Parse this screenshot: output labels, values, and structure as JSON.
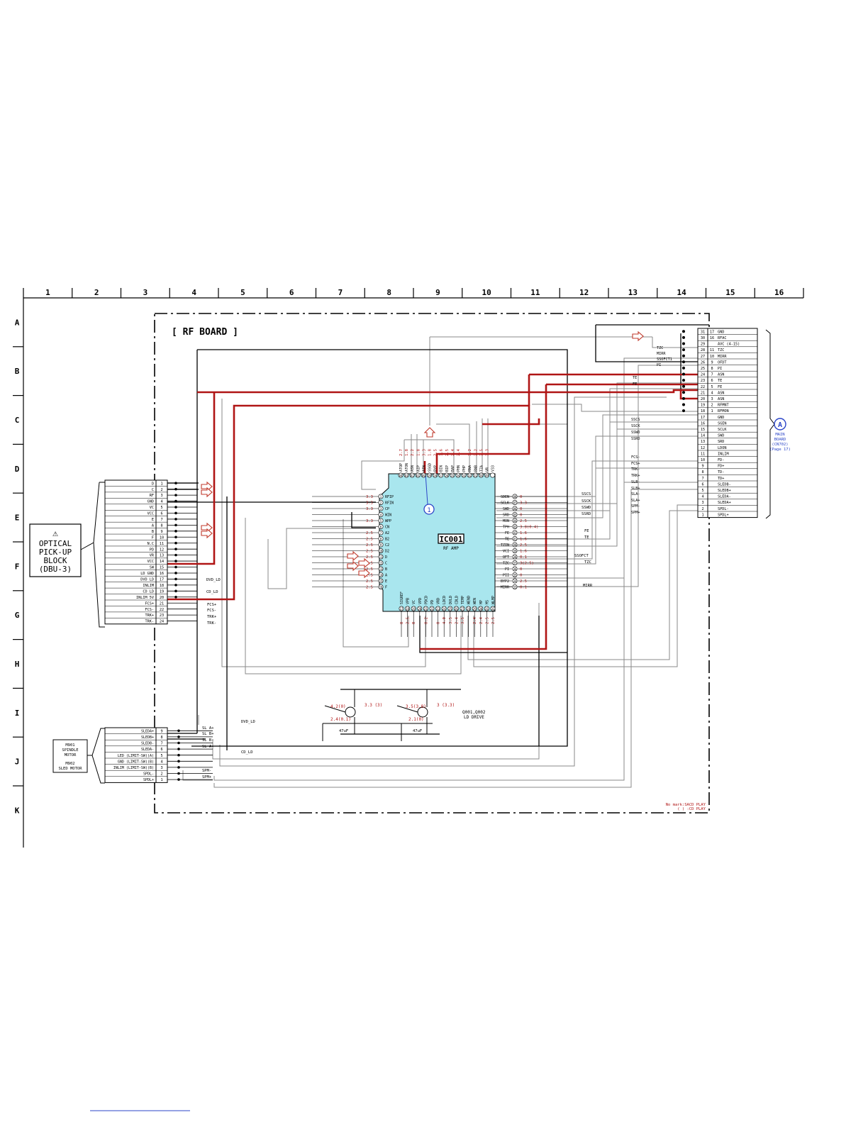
{
  "grid": {
    "columns": [
      "1",
      "2",
      "3",
      "4",
      "5",
      "6",
      "7",
      "8",
      "9",
      "10",
      "11",
      "12",
      "13",
      "14",
      "15",
      "16"
    ],
    "rows": [
      "A",
      "B",
      "C",
      "D",
      "E",
      "F",
      "G",
      "H",
      "I",
      "J",
      "K"
    ]
  },
  "board_title": "[ RF BOARD ]",
  "pickup": {
    "warning_symbol": "⚠",
    "lines": [
      "OPTICAL",
      "PICK-UP",
      "BLOCK",
      "(DBU-3)"
    ],
    "pins": [
      {
        "name": "D",
        "num": "1"
      },
      {
        "name": "C",
        "num": "2"
      },
      {
        "name": "RF",
        "num": "3"
      },
      {
        "name": "GND",
        "num": "4"
      },
      {
        "name": "VC",
        "num": "5"
      },
      {
        "name": "VCC",
        "num": "6"
      },
      {
        "name": "E",
        "num": "7"
      },
      {
        "name": "A",
        "num": "8"
      },
      {
        "name": "B",
        "num": "9"
      },
      {
        "name": "F",
        "num": "10"
      },
      {
        "name": "N.C",
        "num": "11"
      },
      {
        "name": "PD",
        "num": "12"
      },
      {
        "name": "VR",
        "num": "13"
      },
      {
        "name": "VCC",
        "num": "14"
      },
      {
        "name": "SW",
        "num": "15"
      },
      {
        "name": "LD GND",
        "num": "16"
      },
      {
        "name": "DVD LD",
        "num": "17"
      },
      {
        "name": "INLIM",
        "num": "18"
      },
      {
        "name": "CD LD",
        "num": "19"
      },
      {
        "name": "INLIM 5V",
        "num": "20"
      },
      {
        "name": "FCS+",
        "num": "21"
      },
      {
        "name": "FCS-",
        "num": "22"
      },
      {
        "name": "TRK+",
        "num": "23"
      },
      {
        "name": "TRK-",
        "num": "24"
      }
    ]
  },
  "motor": {
    "lines": [
      "M901",
      "SPINDLE",
      "MOTOR",
      "",
      "M902",
      "SLED MOTOR"
    ],
    "pins": [
      {
        "name": "SLEDA+",
        "num": "9"
      },
      {
        "name": "SLEDB+",
        "num": "8"
      },
      {
        "name": "SLEDB-",
        "num": "7"
      },
      {
        "name": "SLEDA-",
        "num": "6"
      },
      {
        "name": "LED (LIMIT-SW)(A)",
        "num": "5"
      },
      {
        "name": "GND (LIMIT-SW)(B)",
        "num": "4"
      },
      {
        "name": "INLIM (LIMIT-SW)(B)",
        "num": "3"
      },
      {
        "name": "SPDL-",
        "num": "2"
      },
      {
        "name": "SPDL+",
        "num": "1"
      }
    ],
    "nets": [
      "SL A+",
      "SL B+",
      "SL B-",
      "SL A-",
      "SPM-",
      "SPM+"
    ]
  },
  "ic": {
    "ref": "IC001",
    "desc": "RF AMP",
    "callout": "1",
    "left_pins": [
      {
        "num": "1",
        "name": "RFIP",
        "v": "3.3"
      },
      {
        "num": "2",
        "name": "RFIN",
        "v": "3.3"
      },
      {
        "num": "3",
        "name": "CP",
        "v": "3.3"
      },
      {
        "num": "4",
        "name": "WIN",
        "v": ""
      },
      {
        "num": "5",
        "name": "WPP",
        "v": "3.3"
      },
      {
        "num": "6",
        "name": "CN",
        "v": ""
      },
      {
        "num": "7",
        "name": "A2",
        "v": "2.5"
      },
      {
        "num": "8",
        "name": "B2",
        "v": "2.5"
      },
      {
        "num": "9",
        "name": "C2",
        "v": "2.5"
      },
      {
        "num": "10",
        "name": "D2",
        "v": "2.5"
      },
      {
        "num": "11",
        "name": "D",
        "v": "2.5"
      },
      {
        "num": "12",
        "name": "C",
        "v": "2.5"
      },
      {
        "num": "13",
        "name": "B",
        "v": "2.5"
      },
      {
        "num": "14",
        "name": "A",
        "v": "2.5"
      },
      {
        "num": "15",
        "name": "E",
        "v": "2.5"
      },
      {
        "num": "16",
        "name": "F",
        "v": "2.5"
      }
    ],
    "right_pins": [
      {
        "num": "48",
        "name": "SDEN",
        "v": "0"
      },
      {
        "num": "47",
        "name": "SCLK",
        "v": "3.3"
      },
      {
        "num": "46",
        "name": "SWD",
        "v": "0"
      },
      {
        "num": "45",
        "name": "SRD",
        "v": "0"
      },
      {
        "num": "44",
        "name": "MON",
        "v": "2.5"
      },
      {
        "num": "43",
        "name": "TPH",
        "v": "3.8(0.4)"
      },
      {
        "num": "42",
        "name": "FE",
        "v": "1.6"
      },
      {
        "num": "41",
        "name": "TE",
        "v": "1.6"
      },
      {
        "num": "40",
        "name": "TZIN",
        "v": "2.5"
      },
      {
        "num": "39",
        "name": "VCI",
        "v": "1.6"
      },
      {
        "num": "38",
        "name": "OFT",
        "v": "0.1"
      },
      {
        "num": "37",
        "name": "TZC",
        "v": "3(2.5)"
      },
      {
        "num": "36",
        "name": "PI",
        "v": "0"
      },
      {
        "num": "35",
        "name": "PII",
        "v": "0"
      },
      {
        "num": "34",
        "name": "BYP2",
        "v": "2.5"
      },
      {
        "num": "33",
        "name": "MIRR",
        "v": "0.1"
      }
    ],
    "top_pins": [
      {
        "num": "64",
        "name": "ATOP",
        "v": "2.7"
      },
      {
        "num": "63",
        "name": "ATON",
        "v": "1.8"
      },
      {
        "num": "62",
        "name": "ASN",
        "v": "2.2"
      },
      {
        "num": "61",
        "name": "AIP",
        "v": "1.8"
      },
      {
        "num": "60",
        "name": "AIN",
        "v": "3.3"
      },
      {
        "num": "59",
        "name": "SSGD",
        "v": "1.8"
      },
      {
        "num": "58",
        "name": "BYP",
        "v": "2.5"
      },
      {
        "num": "57",
        "name": "BIN",
        "v": "1.6"
      },
      {
        "num": "56",
        "name": "BIP",
        "v": "2.5"
      },
      {
        "num": "55",
        "name": "BAP",
        "v": "2.4"
      },
      {
        "num": "54",
        "name": "PHN",
        "v": "2.4"
      },
      {
        "num": "53",
        "name": "PHP",
        "v": ""
      },
      {
        "num": "52",
        "name": "RNA",
        "v": "3.2"
      },
      {
        "num": "51",
        "name": "RNB",
        "v": "2.2"
      },
      {
        "num": "50",
        "name": "TZA",
        "v": "2.5"
      },
      {
        "num": "49",
        "name": "VR",
        "v": "3.3"
      },
      {
        "num": "",
        "name": "V33",
        "v": ""
      }
    ],
    "bottom_pins": [
      {
        "num": "17",
        "name": "SIGREF",
        "v": "0"
      },
      {
        "num": "18",
        "name": "VPB",
        "v": "2.5"
      },
      {
        "num": "19",
        "name": "VC",
        "v": "0"
      },
      {
        "num": "20",
        "name": "VPD",
        "v": ""
      },
      {
        "num": "21",
        "name": "PDCD",
        "v": "0.2"
      },
      {
        "num": "22",
        "name": "PD",
        "v": ""
      },
      {
        "num": "23",
        "name": "VRD",
        "v": "0"
      },
      {
        "num": "24",
        "name": "LDCD",
        "v": "4.0"
      },
      {
        "num": "25",
        "name": "DVLD",
        "v": "3.5"
      },
      {
        "num": "26",
        "name": "CDLD",
        "v": "2.4"
      },
      {
        "num": "27",
        "name": "TEMP",
        "v": "3.5"
      },
      {
        "num": "28",
        "name": "WEND",
        "v": ""
      },
      {
        "num": "29",
        "name": "WEN",
        "v": "2.4"
      },
      {
        "num": "30",
        "name": "MP",
        "v": "2.4"
      },
      {
        "num": "31",
        "name": "MS",
        "v": "2.5"
      },
      {
        "num": "32",
        "name": "WLMP",
        "v": "2.5"
      }
    ]
  },
  "connector": {
    "pins": [
      {
        "num": "31",
        "alt": "17",
        "name": "GND"
      },
      {
        "num": "30",
        "alt": "16",
        "name": "RFAC"
      },
      {
        "num": "29",
        "alt": "",
        "name": "AVC (4-15)"
      },
      {
        "num": "28",
        "alt": "11",
        "name": "TZC"
      },
      {
        "num": "27",
        "alt": "10",
        "name": "MIRR"
      },
      {
        "num": "26",
        "alt": "9",
        "name": "OFDT"
      },
      {
        "num": "25",
        "alt": "8",
        "name": "PI"
      },
      {
        "num": "24",
        "alt": "7",
        "name": "ASN"
      },
      {
        "num": "23",
        "alt": "6",
        "name": "TE"
      },
      {
        "num": "22",
        "alt": "5",
        "name": "FE"
      },
      {
        "num": "21",
        "alt": "4",
        "name": "ASN"
      },
      {
        "num": "20",
        "alt": "3",
        "name": "ASN"
      },
      {
        "num": "19",
        "alt": "2",
        "name": "RFMNT"
      },
      {
        "num": "18",
        "alt": "1",
        "name": "RFMON"
      },
      {
        "num": "17",
        "alt": "",
        "name": "GND"
      },
      {
        "num": "16",
        "alt": "",
        "name": "SGEN"
      },
      {
        "num": "15",
        "alt": "",
        "name": "SCLK"
      },
      {
        "num": "14",
        "alt": "",
        "name": "SWD"
      },
      {
        "num": "13",
        "alt": "",
        "name": "SRD"
      },
      {
        "num": "12",
        "alt": "",
        "name": "LDON"
      },
      {
        "num": "11",
        "alt": "",
        "name": "INLIM"
      },
      {
        "num": "10",
        "alt": "",
        "name": "FD-"
      },
      {
        "num": "9",
        "alt": "",
        "name": "FD+"
      },
      {
        "num": "8",
        "alt": "",
        "name": "TD-"
      },
      {
        "num": "7",
        "alt": "",
        "name": "TD+"
      },
      {
        "num": "6",
        "alt": "",
        "name": "SLEDB-"
      },
      {
        "num": "5",
        "alt": "",
        "name": "SLEDB+"
      },
      {
        "num": "4",
        "alt": "",
        "name": "SLEDA-"
      },
      {
        "num": "3",
        "alt": "",
        "name": "SLEDA+"
      },
      {
        "num": "2",
        "alt": "",
        "name": "SPDL-"
      },
      {
        "num": "1",
        "alt": "",
        "name": "SPDL+"
      }
    ],
    "side_nets": [
      "TZC",
      "MIRR",
      "SSOFCT1",
      "PI",
      "TE",
      "FE",
      "SSCS",
      "SSCK",
      "SSWD",
      "SSRD",
      "FCS-",
      "FCS+",
      "TRK-",
      "TRK+",
      "SLB-",
      "SLB+",
      "SLA-",
      "SLA+",
      "SPM-",
      "SPM+"
    ]
  },
  "board_ref": {
    "letter": "A",
    "lines": [
      "MAIN",
      "BOARD",
      "(CN702)",
      "(Page 17)"
    ]
  },
  "mid_nets": [
    "SSCS",
    "SSCK",
    "SSWD",
    "SSRD",
    "FE",
    "TE",
    "SSOFCT",
    "TZC",
    "MIRR",
    "DVD_LD",
    "CD_LD",
    "FCS+",
    "FCS-",
    "TRK+",
    "TRK-"
  ],
  "drive": {
    "label1": "Q001,Q002",
    "label2": "LD DRIVE",
    "v_q1_b": "4.2(0)",
    "v_q1_e": "2.4(0.1)",
    "v_q2_b": "3.5(3.8)",
    "v_q2_e": "2.1(0)",
    "v_q1_c": "3.3 (3)",
    "v_q2_c": "3 (3.3)",
    "cap": "47uF",
    "net_dvd": "DVD_LD",
    "net_cd": "CD_LD"
  },
  "note": {
    "line1": "No mark:SACD PLAY",
    "line2": "( ) :CD PLAY"
  },
  "colors": {
    "red": "#b01515",
    "black": "#000000",
    "gray": "#8a8a8a",
    "ic_fill": "#a9e6ee",
    "callout_blue": "#2b45c8",
    "arrow_red": "#c0392b"
  }
}
